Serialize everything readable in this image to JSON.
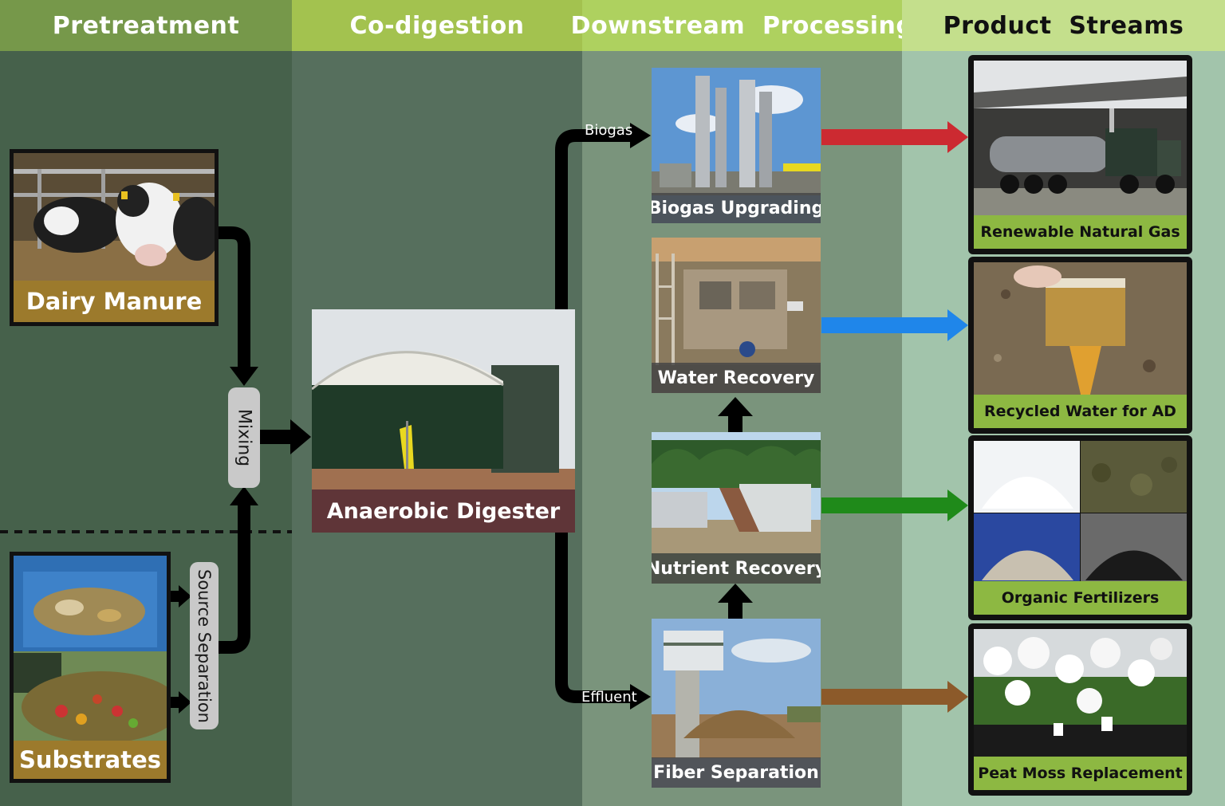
{
  "columns": {
    "pretreatment": "Pretreatment",
    "codigestion": "Co-digestion",
    "downstream": "Downstream  Processing",
    "products": "Product  Streams"
  },
  "inputs": {
    "dairy_manure": "Dairy Manure",
    "substrates": "Substrates",
    "mixing": "Mixing",
    "source_separation": "Source Separation"
  },
  "digester": {
    "label": "Anaerobic Digester"
  },
  "flows": {
    "biogas": "Biogas",
    "effluent": "Effluent"
  },
  "processes": {
    "biogas_upgrading": "Biogas Upgrading",
    "water_recovery": "Water Recovery",
    "nutrient_recovery": "Nutrient Recovery",
    "fiber_separation": "Fiber Separation"
  },
  "products": {
    "rng": "Renewable Natural Gas",
    "water": "Recycled Water for AD",
    "fertilizer": "Organic Fertilizers",
    "peat": "Peat Moss Replacement"
  },
  "colors": {
    "header_dark": "#76984a",
    "header_mid": "#a3c24f",
    "header_light": "#aed15f",
    "header_pale": "#c4df8c",
    "col1_bg": "#46614b",
    "col2_bg": "#566f5d",
    "col3_bg": "#7a947c",
    "col4_bg": "#a2c4ab",
    "caption_brown": "#9c7a2c",
    "digester_caption": "#5f3538",
    "arrow_red": "#cc2a31",
    "arrow_blue": "#1f86ea",
    "arrow_green": "#1f8a1a",
    "arrow_brown": "#8c5a2a"
  }
}
